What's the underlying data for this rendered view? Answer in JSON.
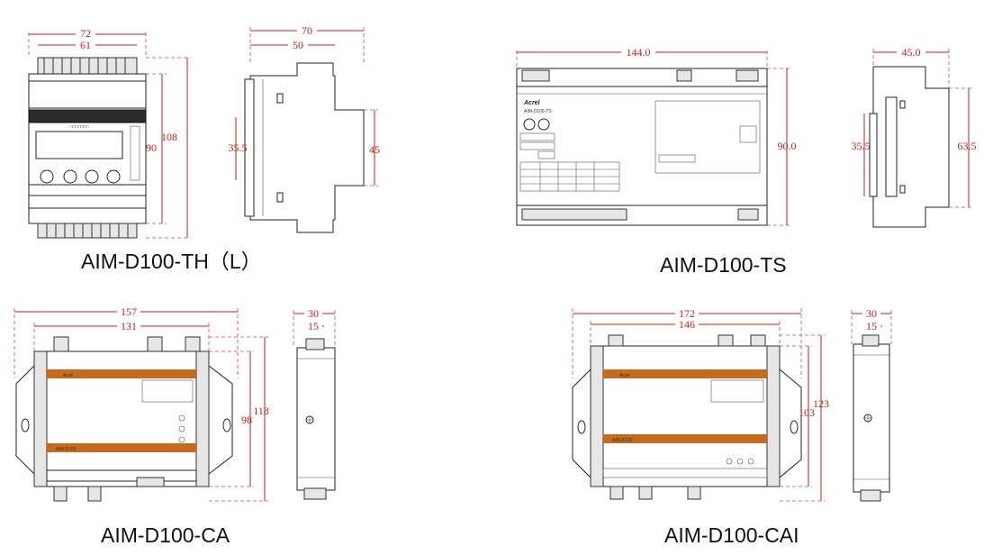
{
  "captions": {
    "th": "AIM-D100-TH（L）",
    "ts": "AIM-D100-TS",
    "ca": "AIM-D100-CA",
    "cai": "AIM-D100-CAI"
  },
  "dims": {
    "th_front_w_outer": "72",
    "th_front_w_inner": "61",
    "th_front_h_outer": "108",
    "th_front_h_inner": "90",
    "th_side_w_outer": "70",
    "th_side_w_inner": "50",
    "th_side_rail": "35.5",
    "th_side_h": "45",
    "ts_front_w": "144.0",
    "ts_front_h": "90.0",
    "ts_side_w": "45.0",
    "ts_side_rail": "35.5",
    "ts_side_h": "63.5",
    "ca_front_w_outer": "157",
    "ca_front_w_inner": "131",
    "ca_front_h_outer": "118",
    "ca_front_h_inner": "98",
    "ca_side_w_outer": "30",
    "ca_side_w_inner": "15",
    "cai_front_w_outer": "172",
    "cai_front_w_inner": "146",
    "cai_front_h_outer": "123",
    "cai_front_h_inner": "103",
    "cai_side_w_outer": "30",
    "cai_side_w_inner": "15"
  },
  "panel_labels": {
    "brand": "Acrel",
    "ts_model": "AIM-D100-TS",
    "ca_model": "AIM-D100",
    "cai_model": "AIM-D100"
  }
}
